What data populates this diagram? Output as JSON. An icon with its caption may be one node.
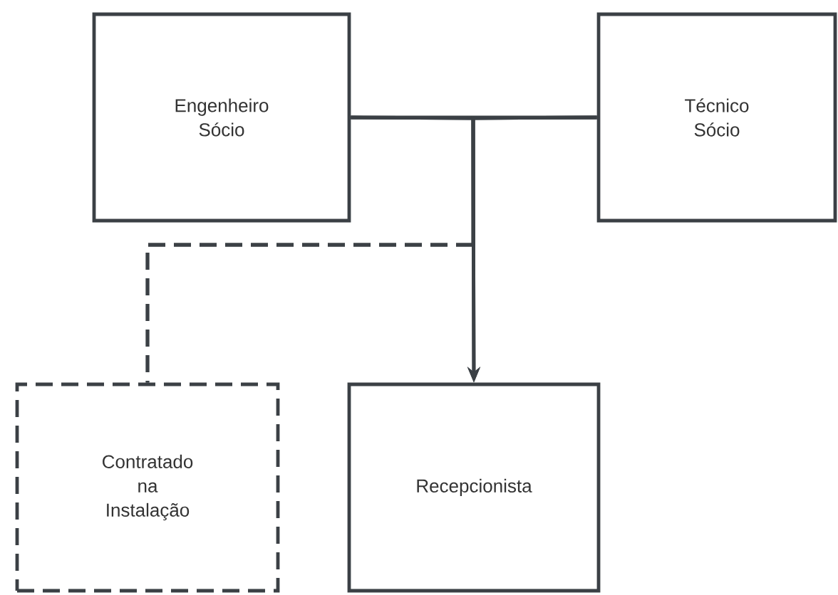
{
  "diagram": {
    "nodes": [
      {
        "text": [
          "Engenheiro Sócio"
        ]
      },
      {
        "text": [
          "Técnico Sócio"
        ]
      },
      {
        "text": [
          "Contratado na Instalação"
        ]
      },
      {
        "text": [
          "Recepcionista"
        ]
      }
    ],
    "edges": [
      {
        "from": 0,
        "to": 1,
        "arrow": "none"
      },
      {
        "from": 0,
        "to": 3,
        "arrow": "to"
      },
      {
        "from": 1,
        "to": 3,
        "arrow": "to"
      },
      {
        "from": 0,
        "to": 2,
        "arrow": "none",
        "style": "dashed"
      },
      {
        "from": 1,
        "to": 2,
        "arrow": "none",
        "style": "dashed"
      }
    ]
  }
}
